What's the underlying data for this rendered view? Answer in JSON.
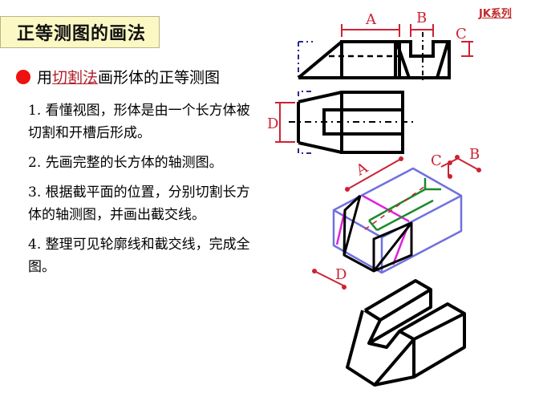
{
  "title": "正等测图的画法",
  "series_tag": "JK系列",
  "subtitle": {
    "prefix": "用",
    "method": "切割法",
    "suffix": "画形体的正等测图"
  },
  "steps": [
    {
      "number": "1.",
      "text": "看懂视图，形体是由一个长方体被切割和开槽后形成。"
    },
    {
      "number": "2.",
      "text": "先画完整的长方体的轴测图。"
    },
    {
      "number": "3.",
      "text": "根据截平面的位置，分别切割长方体的轴测图，并画出截交线。"
    },
    {
      "number": "4.",
      "text": "整理可见轮廓线和截交线，完成全图。"
    }
  ],
  "dimension_labels": {
    "a": "A",
    "b": "B",
    "c": "C",
    "d": "D"
  },
  "colors": {
    "title_bg": "#fbf8c4",
    "accent_red": "#cc2233",
    "bullet": "#ee1111",
    "box_blue": "#7070e0",
    "slot_green": "#1a8a2a",
    "cut_magenta": "#dd22dd",
    "hidden_navy": "#2a2a90"
  }
}
